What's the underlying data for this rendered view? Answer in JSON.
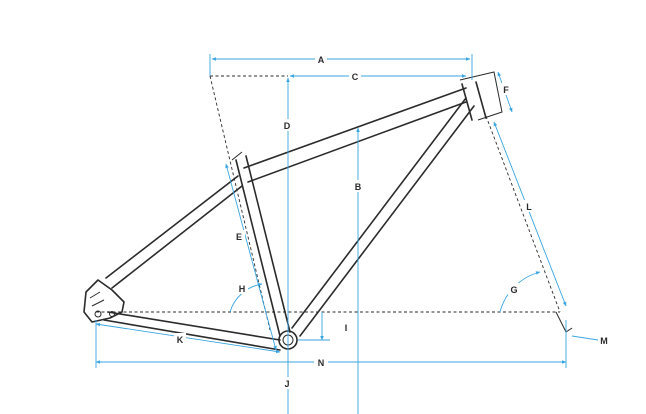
{
  "labels": {
    "A": "A",
    "B": "B",
    "C": "C",
    "D": "D",
    "E": "E",
    "F": "F",
    "G": "G",
    "H": "H",
    "I": "I",
    "J": "J",
    "K": "K",
    "L": "L",
    "M": "M",
    "N": "N"
  },
  "colors": {
    "dimension_line": "#3aa6e0",
    "frame_outline": "#2b2b2b",
    "background": "#ffffff"
  }
}
